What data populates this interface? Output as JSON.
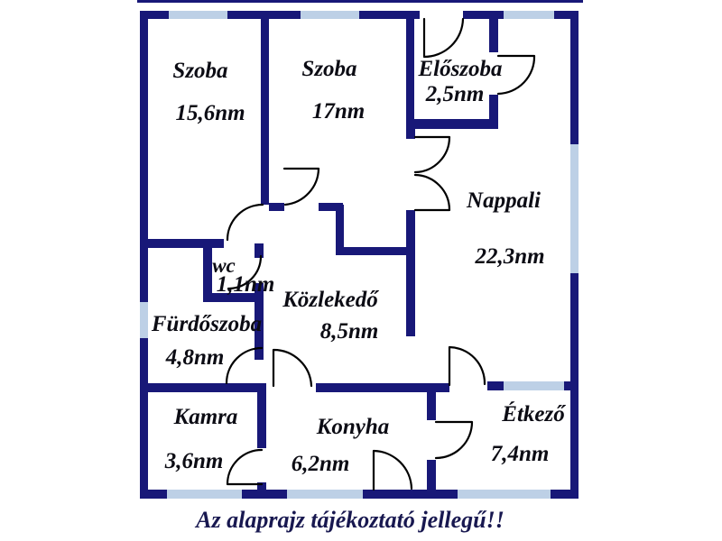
{
  "footer": {
    "caption": "Az alaprajz tájékoztató jellegű!!"
  },
  "rooms": [
    {
      "id": "szoba-1",
      "name": "Szoba",
      "area": "15,6nm"
    },
    {
      "id": "szoba-2",
      "name": "Szoba",
      "area": "17nm"
    },
    {
      "id": "eloszoba",
      "name": "Előszoba",
      "area": "2,5nm"
    },
    {
      "id": "nappali",
      "name": "Nappali",
      "area": "22,3nm"
    },
    {
      "id": "wc",
      "name": "wc",
      "area": "1,1nm"
    },
    {
      "id": "kozlekedo",
      "name": "Közlekedő",
      "area": "8,5nm"
    },
    {
      "id": "furdoszoba",
      "name": "Fürdőszoba",
      "area": "4,8nm"
    },
    {
      "id": "kamra",
      "name": "Kamra",
      "area": "3,6nm"
    },
    {
      "id": "konyha",
      "name": "Konyha",
      "area": "6,2nm"
    },
    {
      "id": "etkezo",
      "name": "Étkező",
      "area": "7,4nm"
    }
  ],
  "colors": {
    "wall": "#181878",
    "window": "#bdd0e6",
    "door": "#000000",
    "label": "#0c0c14",
    "caption": "#181850",
    "background": "#ffffff"
  }
}
